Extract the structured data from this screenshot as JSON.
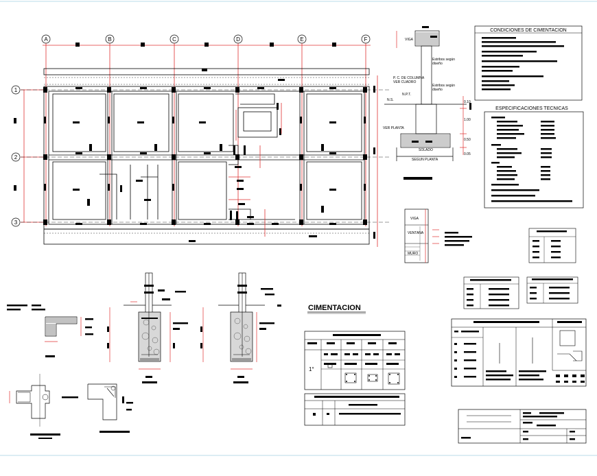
{
  "grid": {
    "columns": [
      "A",
      "B",
      "C",
      "D",
      "E",
      "F"
    ],
    "rows": [
      "1",
      "2",
      "3"
    ]
  },
  "panels": {
    "conditions_title": "CONDICIONES DE CIMENTACION",
    "specs_title": "ESPECIFICACIONES TECNICAS"
  },
  "detail_section": {
    "viga": "VIGA",
    "estribo_1": "Estribos según",
    "estribo_1b": "diseño",
    "estribo_2": "Estribos según",
    "estribo_2b": "diseño",
    "pcol": "P. C. DE COLUMNA",
    "pcol_b": "VER CUADRO",
    "npt": "N.P.T.",
    "ns": "N.S.",
    "dim_1": "0.10",
    "dim_2": "1.00",
    "dim_3": "0.50",
    "dim_4": "0.05",
    "ver_planta": "VER PLANTA",
    "solado": "SOLADO",
    "segun_planta": "SEGUN PLANTA"
  },
  "wall_detail": {
    "viga": "VIGA",
    "ventana": "VENTANA",
    "muro": "MURO"
  },
  "cimentacion_title": "CIMENTACION",
  "table_row_label": "1°",
  "colors": {
    "grid_line": "#e03030",
    "drawing": "#000000",
    "hatch": "#9a9a9a",
    "frame": "#b8dbe8"
  }
}
